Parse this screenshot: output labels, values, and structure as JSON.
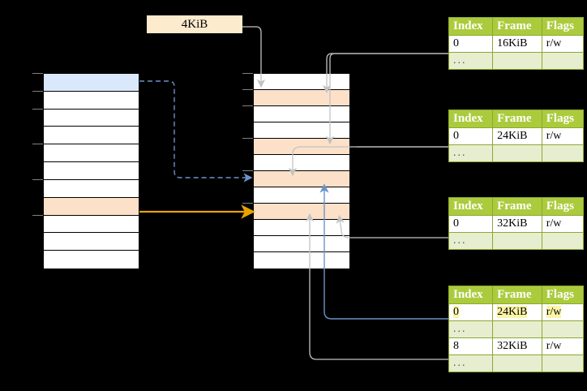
{
  "diagram": {
    "title_label": "4KiB",
    "virtual_column": {
      "name": "virtual-address-space-column",
      "rows": [
        {
          "fill": "blue"
        },
        {
          "fill": "white"
        },
        {
          "fill": "white"
        },
        {
          "fill": "white"
        },
        {
          "fill": "white"
        },
        {
          "fill": "white"
        },
        {
          "fill": "white"
        },
        {
          "fill": "peach"
        },
        {
          "fill": "white"
        },
        {
          "fill": "white"
        },
        {
          "fill": "white"
        }
      ]
    },
    "physical_column": {
      "name": "physical-memory-column",
      "rows": [
        {
          "fill": "white"
        },
        {
          "fill": "peach"
        },
        {
          "fill": "white"
        },
        {
          "fill": "white"
        },
        {
          "fill": "peach"
        },
        {
          "fill": "white"
        },
        {
          "fill": "peach"
        },
        {
          "fill": "white"
        },
        {
          "fill": "peach"
        },
        {
          "fill": "white"
        },
        {
          "fill": "white"
        },
        {
          "fill": "white"
        }
      ]
    },
    "colors": {
      "header_green": "#ABCB3C",
      "row_light_green": "#E7EECF",
      "peach": "#FCE0C8",
      "light_blue": "#DAE8FB",
      "label_cream": "#FDEBCD",
      "orange_arrow": "#E8A200",
      "blue_arrow": "#6B93C8",
      "gray_arrow": "#C0C0C0",
      "highlight_yellow": "#FBF5A5"
    },
    "tables": [
      {
        "name": "page-table-1",
        "headers": [
          "Index",
          "Frame",
          "Flags"
        ],
        "rows": [
          {
            "cells": [
              "0",
              "16KiB",
              "r/w"
            ],
            "type": "data",
            "highlight": false
          },
          {
            "cells": [
              "...",
              "",
              ""
            ],
            "type": "dots",
            "highlight": false
          }
        ]
      },
      {
        "name": "page-table-2",
        "headers": [
          "Index",
          "Frame",
          "Flags"
        ],
        "rows": [
          {
            "cells": [
              "0",
              "24KiB",
              "r/w"
            ],
            "type": "data",
            "highlight": false
          },
          {
            "cells": [
              "...",
              "",
              ""
            ],
            "type": "dots",
            "highlight": false
          }
        ]
      },
      {
        "name": "page-table-3",
        "headers": [
          "Index",
          "Frame",
          "Flags"
        ],
        "rows": [
          {
            "cells": [
              "0",
              "32KiB",
              "r/w"
            ],
            "type": "data",
            "highlight": false
          },
          {
            "cells": [
              "...",
              "",
              ""
            ],
            "type": "dots",
            "highlight": false
          }
        ]
      },
      {
        "name": "page-table-4",
        "headers": [
          "Index",
          "Frame",
          "Flags"
        ],
        "rows": [
          {
            "cells": [
              "0",
              "24KiB",
              "r/w"
            ],
            "type": "data",
            "highlight": true
          },
          {
            "cells": [
              "...",
              "",
              ""
            ],
            "type": "dots",
            "highlight": false
          },
          {
            "cells": [
              "8",
              "32KiB",
              "r/w"
            ],
            "type": "data",
            "highlight": false
          },
          {
            "cells": [
              "...",
              "",
              ""
            ],
            "type": "dots",
            "highlight": false
          }
        ]
      }
    ]
  }
}
